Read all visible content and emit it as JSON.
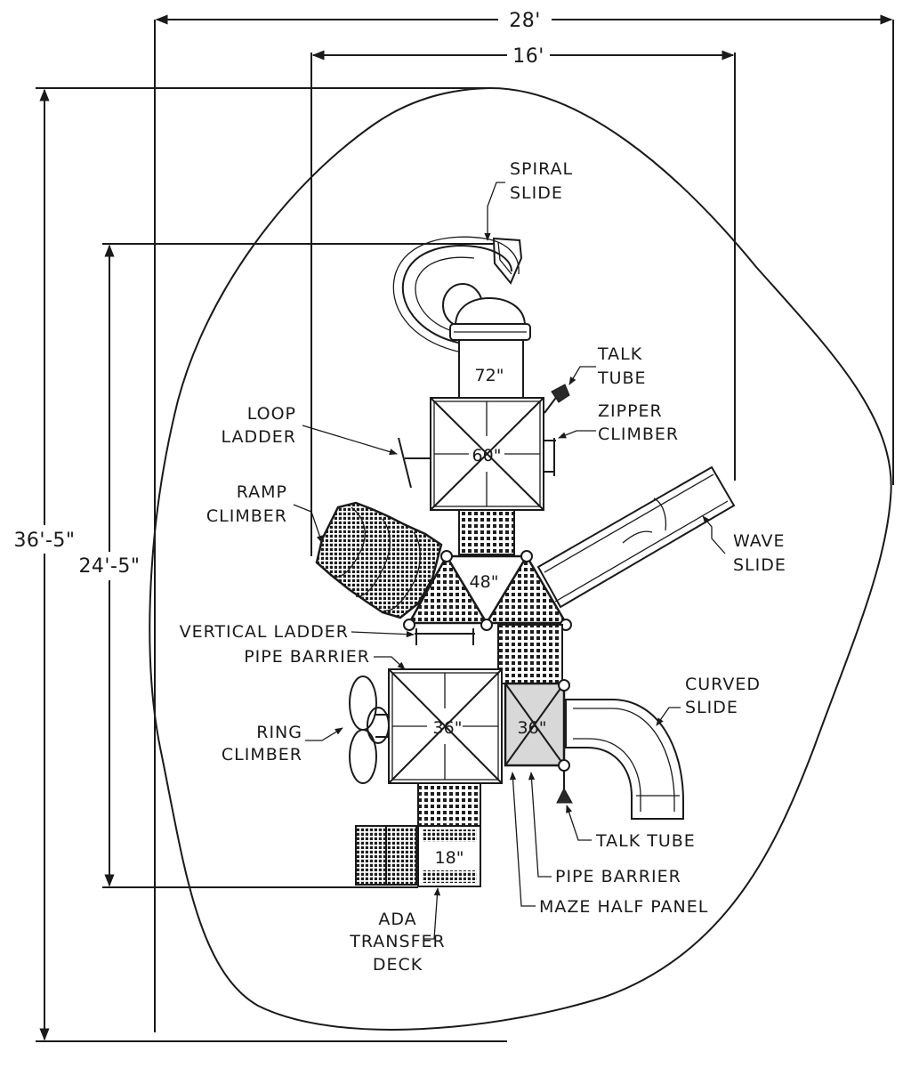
{
  "dimensions": {
    "outer_width": "28'",
    "inner_width": "16'",
    "outer_height": "36'-5\"",
    "inner_height": "24'-5\""
  },
  "decks": {
    "deck_72": "72\"",
    "deck_60": "60\"",
    "deck_48": "48\"",
    "deck_36_left": "36\"",
    "deck_36_right": "36\"",
    "deck_18": "18\""
  },
  "labels": {
    "spiral_slide": [
      "SPIRAL",
      "SLIDE"
    ],
    "talk_tube_top": [
      "TALK",
      "TUBE"
    ],
    "loop_ladder": [
      "LOOP",
      "LADDER"
    ],
    "zipper_climber": [
      "ZIPPER",
      "CLIMBER"
    ],
    "ramp_climber": [
      "RAMP",
      "CLIMBER"
    ],
    "wave_slide": [
      "WAVE",
      "SLIDE"
    ],
    "vertical_ladder": "VERTICAL LADDER",
    "pipe_barrier_top": "PIPE BARRIER",
    "curved_slide": [
      "CURVED",
      "SLIDE"
    ],
    "ring_climber": [
      "RING",
      "CLIMBER"
    ],
    "talk_tube_bottom": "TALK TUBE",
    "pipe_barrier_bottom": "PIPE BARRIER",
    "maze_half_panel": "MAZE HALF PANEL",
    "ada_transfer_deck": [
      "ADA",
      "TRANSFER",
      "DECK"
    ]
  }
}
